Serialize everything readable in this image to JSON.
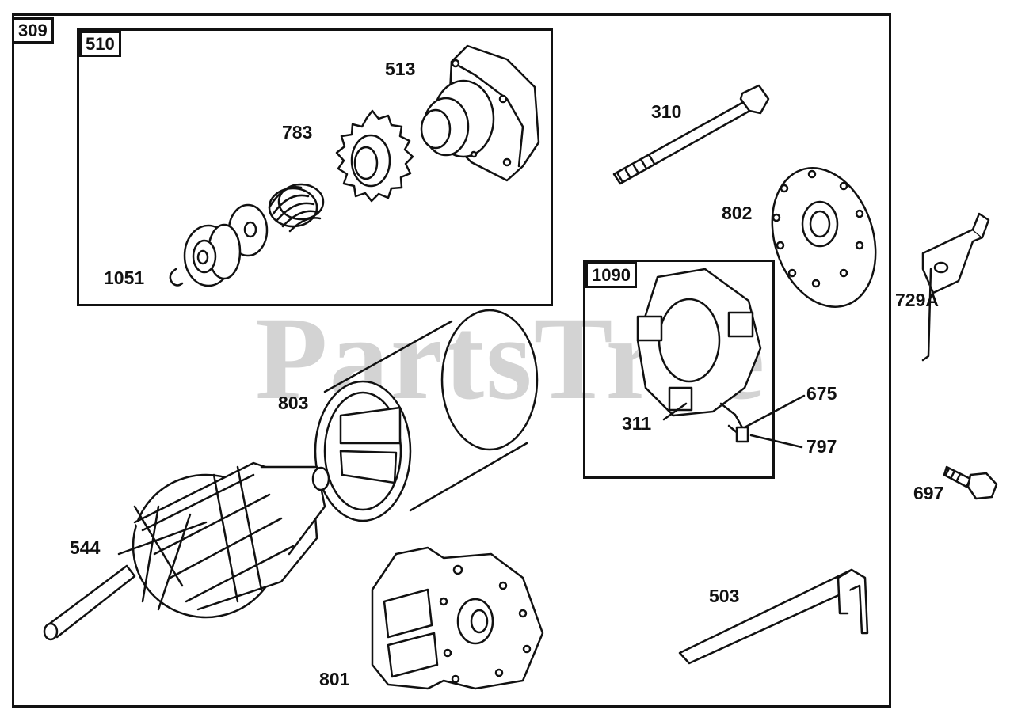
{
  "watermark": "PartsTree",
  "assembly": {
    "label": "309"
  },
  "groups": {
    "drive_kit": {
      "label": "510"
    },
    "brush_kit": {
      "label": "1090"
    }
  },
  "parts": {
    "p513": "513",
    "p783": "783",
    "p1051": "1051",
    "p310": "310",
    "p802": "802",
    "p729a": "729A",
    "p803": "803",
    "p311": "311",
    "p675": "675",
    "p797": "797",
    "p697": "697",
    "p544": "544",
    "p503": "503",
    "p801": "801"
  },
  "colors": {
    "line": "#111111",
    "watermark": "#d3d3d3",
    "background": "#ffffff"
  }
}
